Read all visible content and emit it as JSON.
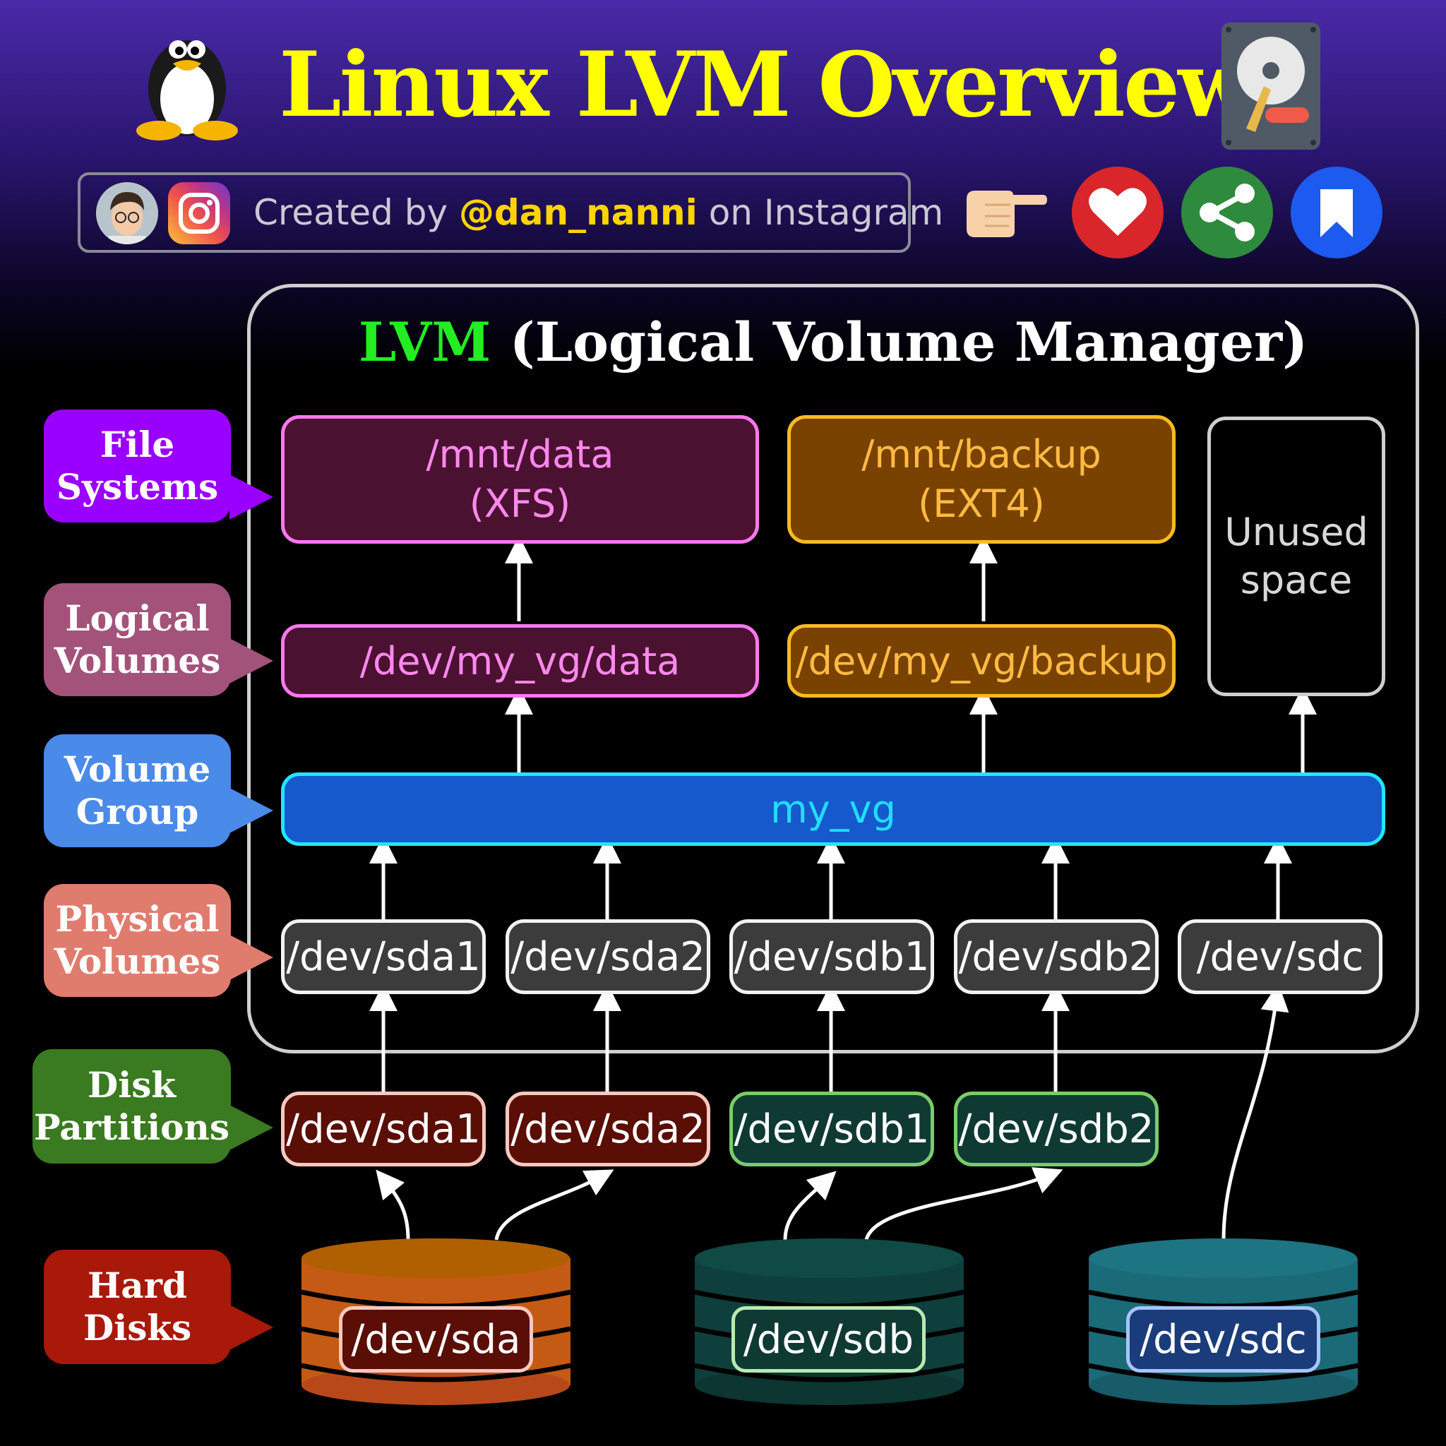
{
  "header": {
    "title": "Linux LVM Overview",
    "credit_prefix": "Created by ",
    "credit_handle": "@dan_nanni",
    "credit_suffix": " on Instagram"
  },
  "lvm": {
    "title_accent": "LVM",
    "title_rest": " (Logical Volume Manager)"
  },
  "layers": [
    {
      "label": "File\nSystems",
      "color": "#9a00ff"
    },
    {
      "label": "Logical\nVolumes",
      "color": "#a3527a"
    },
    {
      "label": "Volume\nGroup",
      "color": "#4a8ae8"
    },
    {
      "label": "Physical\nVolumes",
      "color": "#e07c6e"
    },
    {
      "label": "Disk\nPartitions",
      "color": "#3a7a20"
    },
    {
      "label": "Hard\nDisks",
      "color": "#a8190a"
    }
  ],
  "file_systems": [
    {
      "line1": "/mnt/data",
      "line2": "(XFS)"
    },
    {
      "line1": "/mnt/backup",
      "line2": "(EXT4)"
    }
  ],
  "unused": "Unused\nspace",
  "logical_volumes": [
    "/dev/my_vg/data",
    "/dev/my_vg/backup"
  ],
  "volume_group": "my_vg",
  "physical_volumes": [
    "/dev/sda1",
    "/dev/sda2",
    "/dev/sdb1",
    "/dev/sdb2",
    "/dev/sdc"
  ],
  "partitions": [
    "/dev/sda1",
    "/dev/sda2",
    "/dev/sdb1",
    "/dev/sdb2"
  ],
  "disks": [
    "/dev/sda",
    "/dev/sdb",
    "/dev/sdc"
  ],
  "colors": {
    "title": "#ffff00",
    "handle": "#ffd400",
    "fs_data_bg": "#4a1230",
    "fs_data_border": "#ff77ee",
    "fs_backup_bg": "#7a4200",
    "fs_backup_border": "#ffbb22",
    "vg_bg": "#1559cc",
    "vg_border": "#22e6ff",
    "vg_text": "#22ddff",
    "sda": "#c45a14",
    "sdb": "#0f3f3c",
    "sdc": "#1a6a78"
  },
  "icons": [
    "tux-penguin-icon",
    "hard-disk-icon",
    "avatar",
    "instagram-icon",
    "pointing-hand-icon",
    "heart-icon",
    "share-icon",
    "bookmark-icon"
  ]
}
